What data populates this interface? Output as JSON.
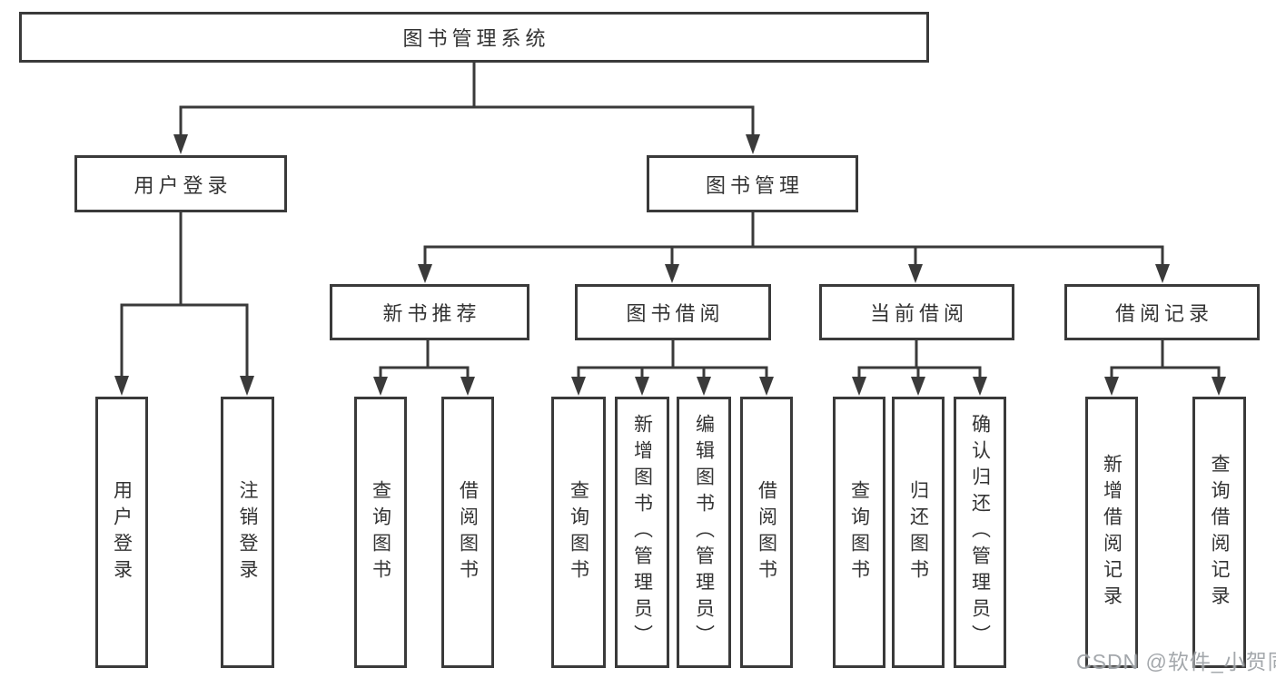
{
  "diagram": {
    "title": "图书管理系统",
    "branches": [
      {
        "label": "用户登录",
        "children": [
          {
            "label": "用户登录"
          },
          {
            "label": "注销登录"
          }
        ]
      },
      {
        "label": "图书管理",
        "children": [
          {
            "label": "新书推荐",
            "children": [
              {
                "label": "查询图书"
              },
              {
                "label": "借阅图书"
              }
            ]
          },
          {
            "label": "图书借阅",
            "children": [
              {
                "label": "查询图书"
              },
              {
                "label": "新增图书（管理员）"
              },
              {
                "label": "编辑图书（管理员）"
              },
              {
                "label": "借阅图书"
              }
            ]
          },
          {
            "label": "当前借阅",
            "children": [
              {
                "label": "查询图书"
              },
              {
                "label": "归还图书"
              },
              {
                "label": "确认归还（管理员）"
              }
            ]
          },
          {
            "label": "借阅记录",
            "children": [
              {
                "label": "新增借阅记录"
              },
              {
                "label": "查询借阅记录"
              }
            ]
          }
        ]
      }
    ]
  },
  "watermark": {
    "text": "CSDN @软件_小贺同学"
  },
  "colors": {
    "line": "#3a3a3a",
    "text": "#333333",
    "box_background": "#ffffff",
    "watermark": "#94999e"
  }
}
